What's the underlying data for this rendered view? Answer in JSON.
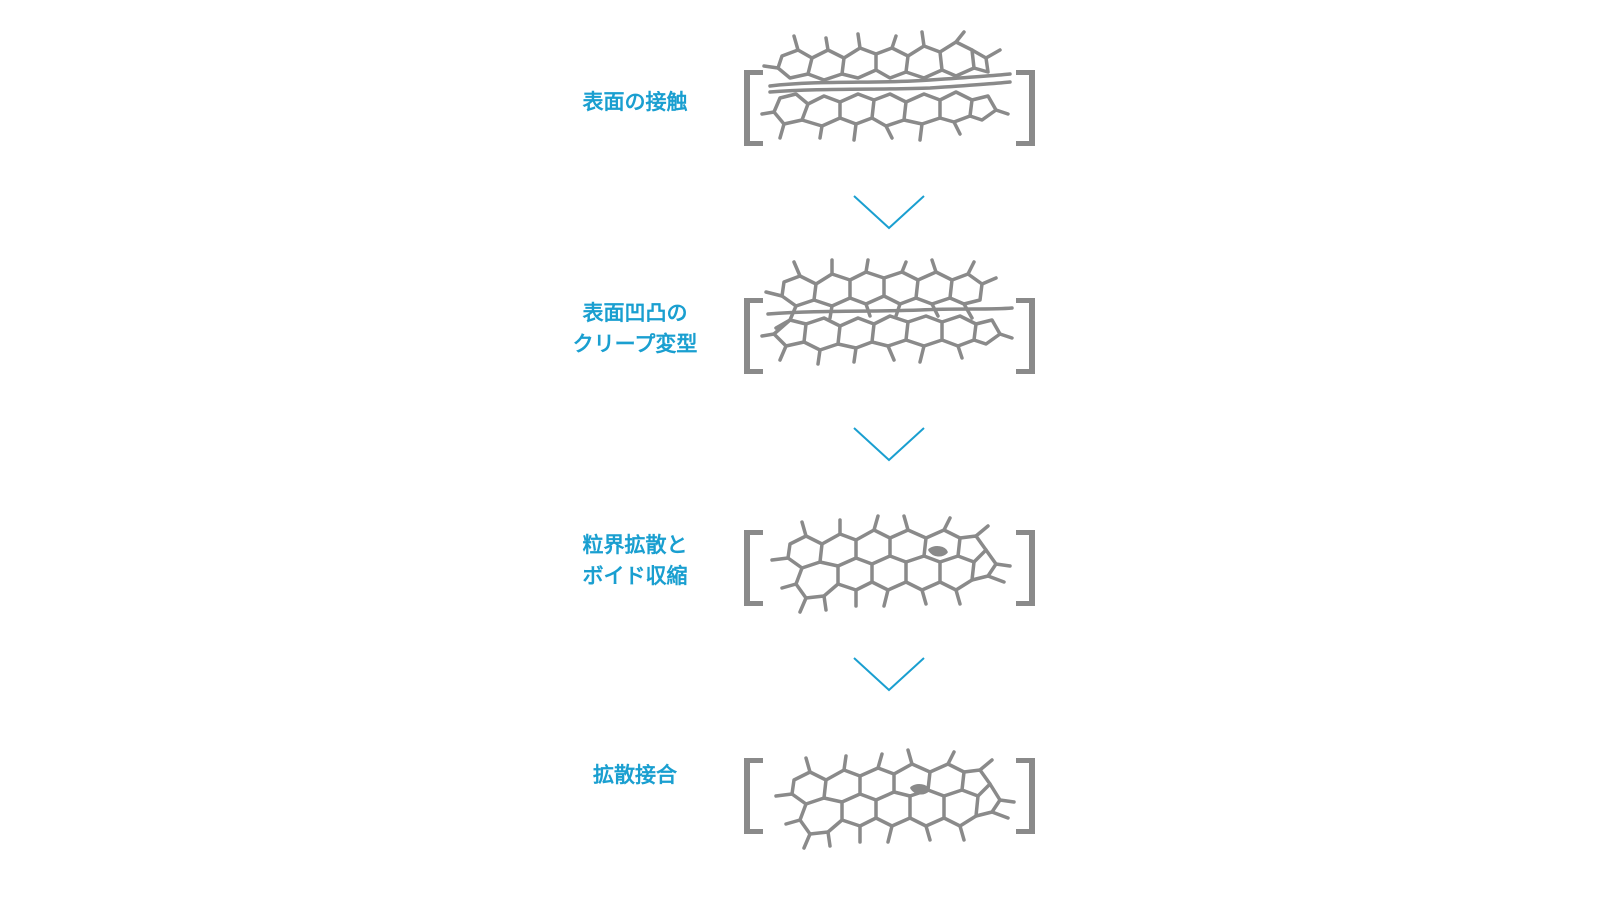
{
  "colors": {
    "label": "#1a9fd0",
    "arrow": "#1a9fd0",
    "grain": "#8a8a8a",
    "bracket": "#8a8a8a"
  },
  "stages": [
    {
      "label_lines": [
        "表面の接触"
      ],
      "stage_id": "surface-contact"
    },
    {
      "label_lines": [
        "表面凹凸の",
        "クリープ変型"
      ],
      "stage_id": "creep-deformation"
    },
    {
      "label_lines": [
        "粒界拡散と",
        "ボイド収縮"
      ],
      "stage_id": "grain-boundary-diffusion"
    },
    {
      "label_lines": [
        "拡散接合"
      ],
      "stage_id": "diffusion-bonding"
    }
  ]
}
